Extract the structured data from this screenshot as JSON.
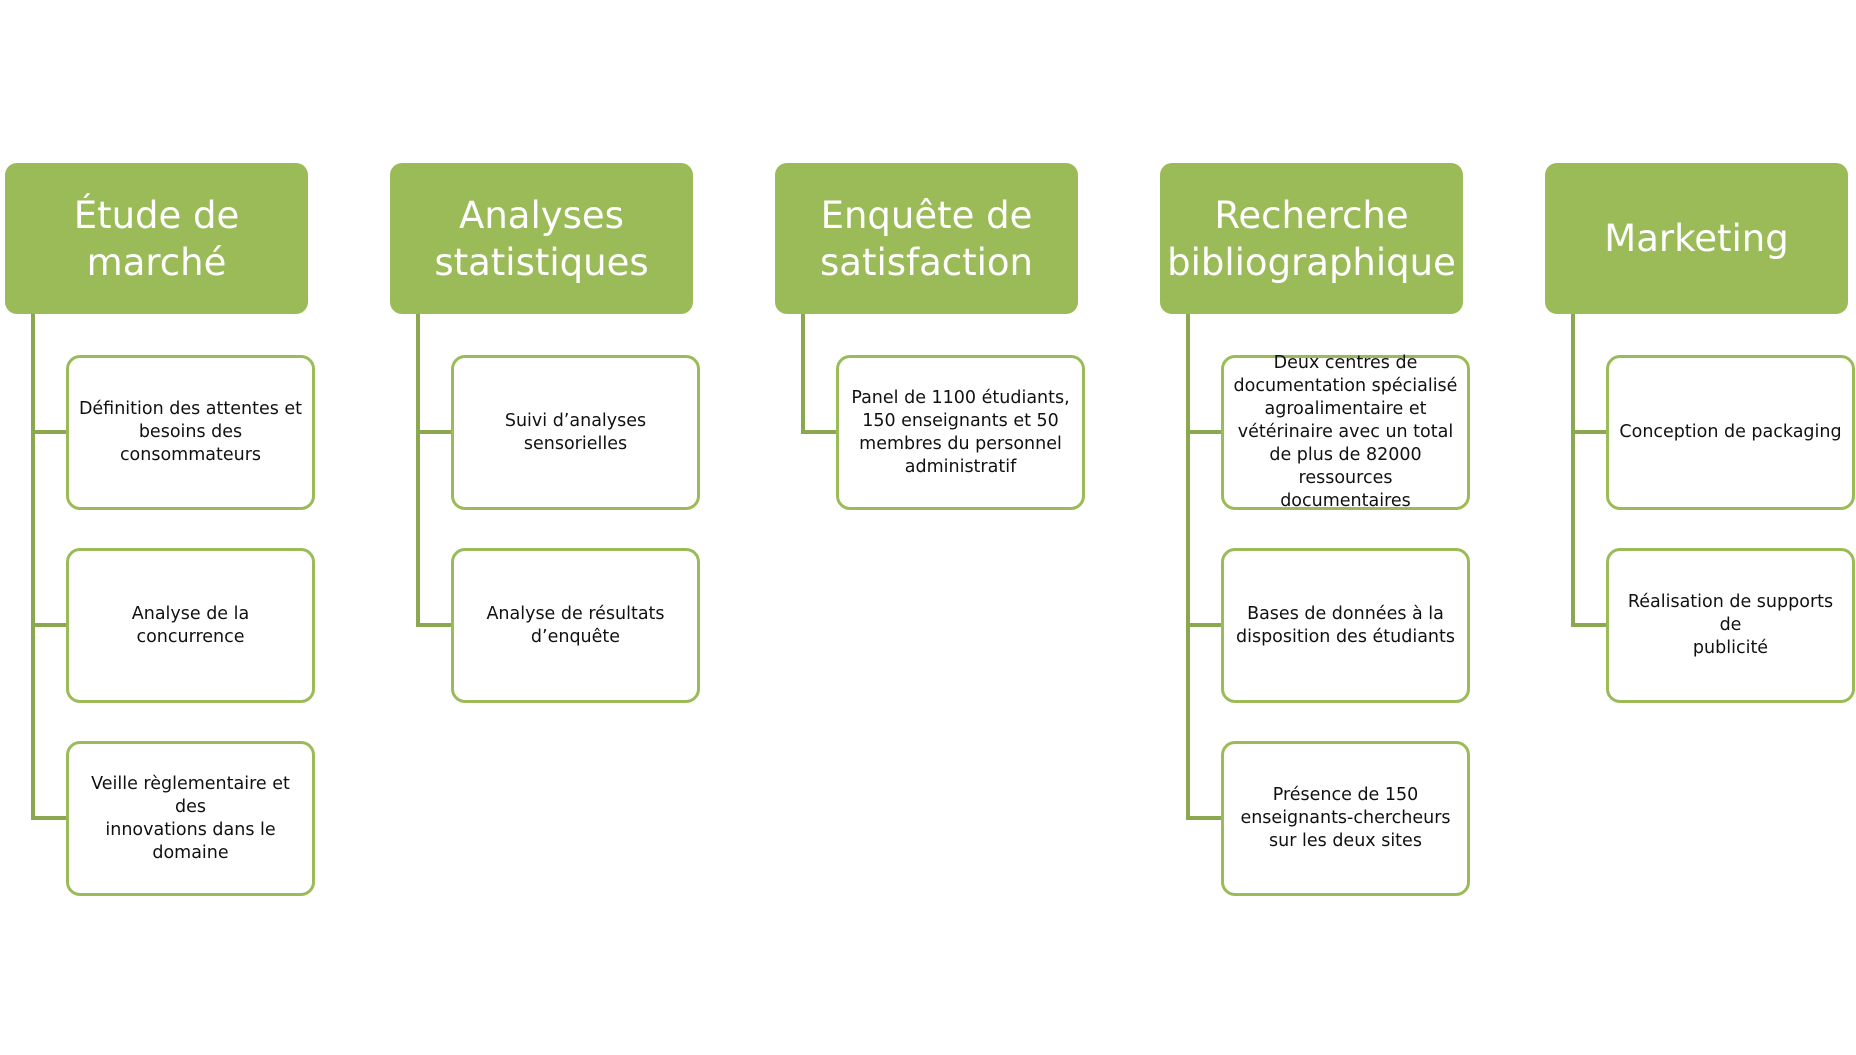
{
  "diagram": {
    "columns": [
      {
        "title": "Étude de\nmarché",
        "items": [
          "Définition des attentes et\nbesoins des\nconsommateurs",
          "Analyse de la concurrence",
          "Veille règlementaire et des\ninnovations dans le\ndomaine"
        ]
      },
      {
        "title": "Analyses\nstatistiques",
        "items": [
          "Suivi d’analyses\nsensorielles",
          "Analyse de résultats\nd’enquête"
        ]
      },
      {
        "title": "Enquête de\nsatisfaction",
        "items": [
          "Panel de 1100 étudiants,\n150 enseignants et 50\nmembres du personnel\nadministratif"
        ]
      },
      {
        "title": "Recherche\nbibliographique",
        "items": [
          "Deux centres de\ndocumentation spécialisé\nagroalimentaire et\nvétérinaire avec un total\nde plus de 82000\nressources documentaires",
          "Bases de données à la\ndisposition des étudiants",
          "Présence de 150\nenseignants-chercheurs\nsur les deux sites"
        ]
      },
      {
        "title": "Marketing",
        "items": [
          "Conception de packaging",
          "Réalisation de supports de\npublicité"
        ]
      }
    ]
  },
  "colors": {
    "header_fill": "#9bbb59",
    "box_border": "#9bbb59",
    "connector": "#8aa84f"
  }
}
